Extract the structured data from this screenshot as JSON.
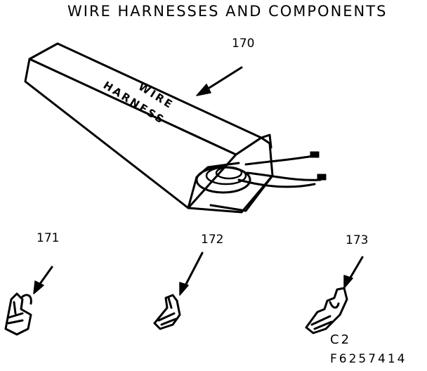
{
  "title": "WIRE HARNESSES AND COMPONENTS",
  "parts": {
    "p170": {
      "number": "170",
      "box_line1": "WIRE",
      "box_line2": "HARNESS"
    },
    "p171": {
      "number": "171"
    },
    "p172": {
      "number": "172"
    },
    "p173": {
      "number": "173"
    }
  },
  "footer": {
    "code": "C2",
    "figure_number": "F6257414"
  }
}
